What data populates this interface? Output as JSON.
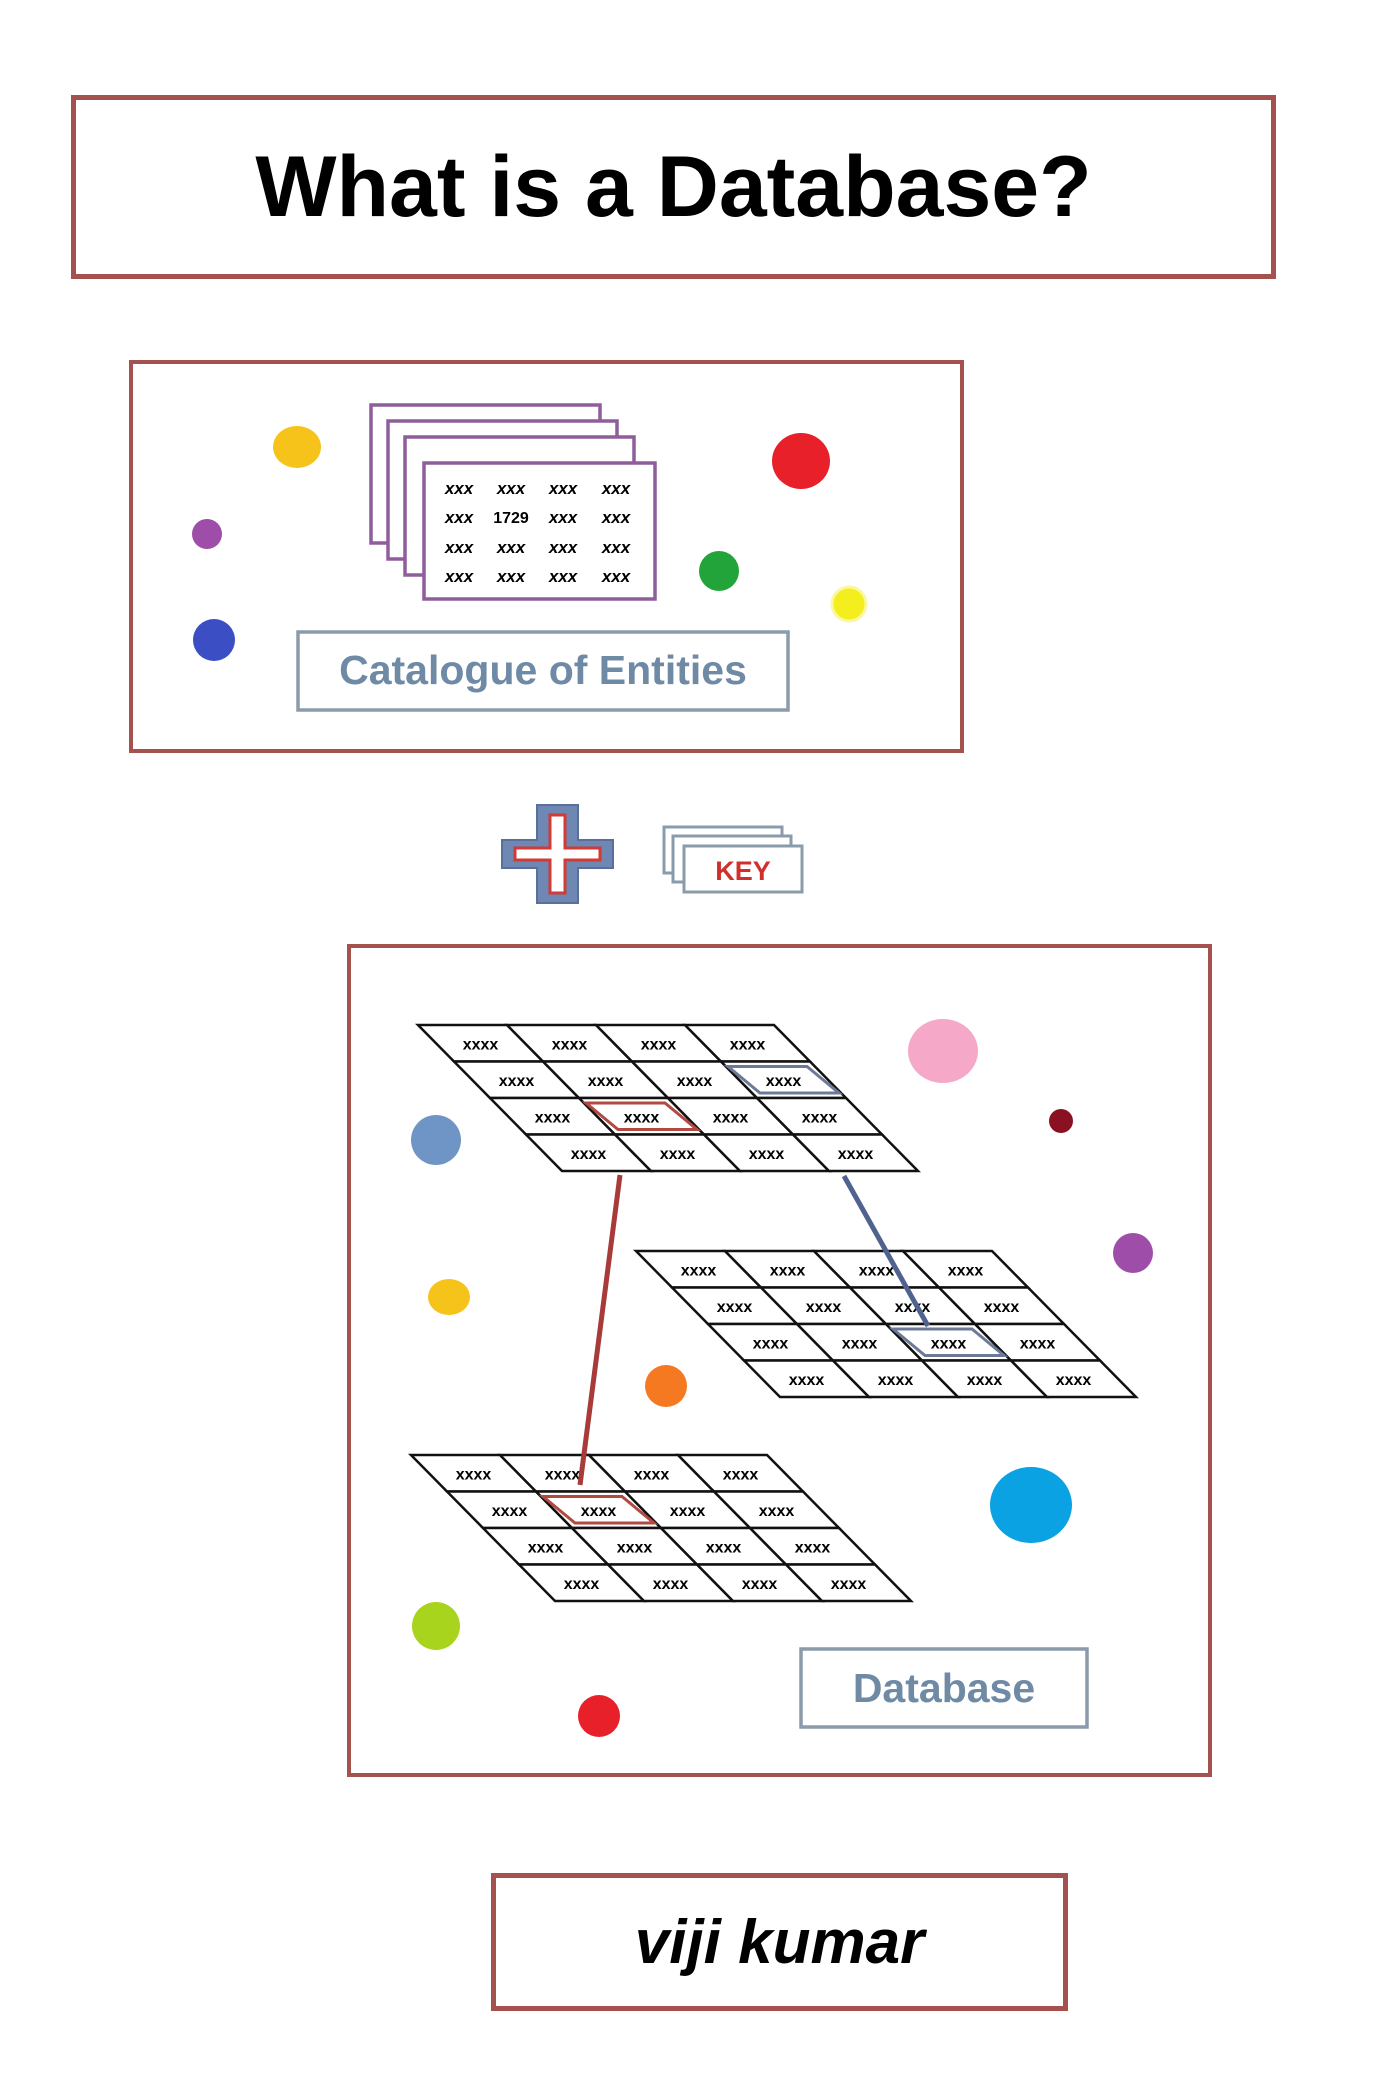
{
  "title": "What is a Database?",
  "author": "viji kumar",
  "catalogue": {
    "label": "Catalogue of Entities",
    "card_rows": [
      [
        "xxx",
        "xxx",
        "xxx",
        "xxx"
      ],
      [
        "xxx",
        "1729",
        "xxx",
        "xxx"
      ],
      [
        "xxx",
        "xxx",
        "xxx",
        "xxx"
      ],
      [
        "xxx",
        "xxx",
        "xxx",
        "xxx"
      ]
    ]
  },
  "key_label": "KEY",
  "plus_icon": "plus-icon",
  "database": {
    "label": "Database",
    "cell_text": "xxxx"
  },
  "colors": {
    "frame": "#a5514f",
    "label_border": "#8a9cab",
    "label_text": "#6f8aa5",
    "card_border": "#8f5d9c",
    "key_text": "#d0302c",
    "link_red": "#a83a3a",
    "link_blue": "#50638f",
    "highlight_red": "#b24a42",
    "highlight_blue": "#6c7a98"
  }
}
